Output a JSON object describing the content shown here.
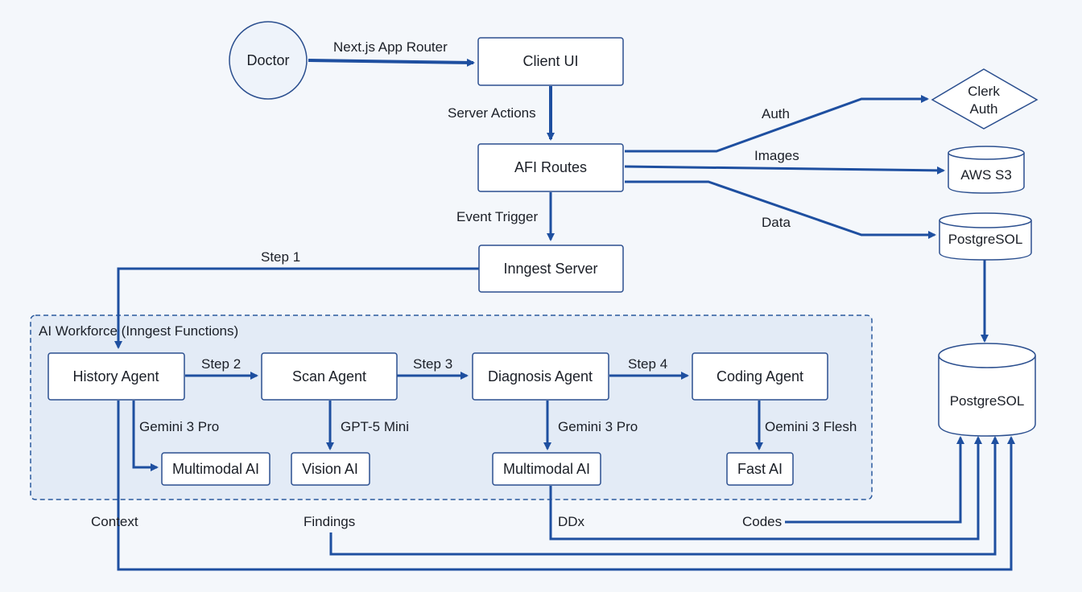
{
  "nodes": {
    "doctor": "Doctor",
    "client_ui": "Client UI",
    "api_routes": "AFI Routes",
    "inngest_server": "Inngest Server",
    "clerk_line1": "Clerk",
    "clerk_line2": "Auth",
    "aws_s3": "AWS S3",
    "postgres_small": "PostgreSOL",
    "postgres_big": "PostgreSOL",
    "workforce_title": "AI Workforce (Inngest Functions)",
    "history_agent": "History Agent",
    "scan_agent": "Scan Agent",
    "diagnosis_agent": "Diagnosis Agent",
    "coding_agent": "Coding Agent",
    "multimodal_ai_1": "Multimodal AI",
    "vision_ai": "Vision AI",
    "multimodal_ai_2": "Multimodal AI",
    "fast_ai": "Fast AI"
  },
  "edges": {
    "nextjs_router": "Next.js App Router",
    "server_actions": "Server Actions",
    "auth": "Auth",
    "images": "Images",
    "data": "Data",
    "event_trigger": "Event Trigger",
    "step1": "Step 1",
    "step2": "Step 2",
    "step3": "Step 3",
    "step4": "Step 4",
    "gemini_pro_1": "Gemini 3 Pro",
    "gpt5_mini": "GPT-5 Mini",
    "gemini_pro_2": "Gemini 3 Pro",
    "gemini_flash": "Oemini 3 Flesh",
    "context": "Context",
    "findings": "Findings",
    "ddx": "DDx",
    "codes": "Codes"
  },
  "colors": {
    "arrow": "#1e4fa0",
    "box_border": "#2b4f8f",
    "group_fill": "#e3ebf6",
    "background": "#f4f7fb"
  }
}
